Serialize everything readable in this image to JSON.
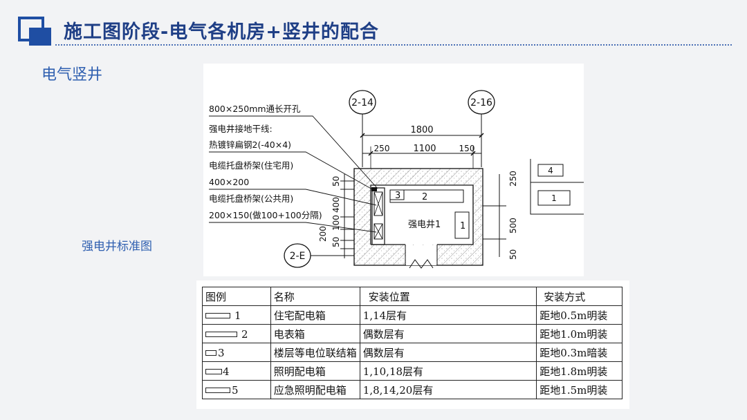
{
  "slide": {
    "title": "施工图阶段-电气各机房+竖井的配合",
    "subtitle": "电气竖井",
    "caption": "强电井标准图",
    "accent_color": "#1f4ea3"
  },
  "drawing": {
    "axis_labels": [
      "2-14",
      "2-16",
      "2-E"
    ],
    "annotations": [
      "800×250mm通长开孔",
      "强电井接地干线:",
      "热镀锌扁钢2(-40×4)",
      "电缆托盘桥架(住宅用)",
      "400×200",
      "电缆托盘桥架(公共用)",
      "200×150(做100+100分隔)"
    ],
    "dim_top": [
      "1800",
      "250",
      "1100",
      "150"
    ],
    "dim_left": [
      "50",
      "400",
      "100",
      "200",
      "50"
    ],
    "dim_right": [
      "250",
      "500",
      "50"
    ],
    "room_label": "强电井1",
    "box_labels": [
      "3",
      "2",
      "1"
    ],
    "side_box_labels": [
      "4",
      "1"
    ]
  },
  "legend": {
    "headers": [
      "图例",
      "名称",
      "安装位置",
      "安装方式"
    ],
    "rows": [
      {
        "symbol": "1",
        "name": "住宅配电箱",
        "position": "1,14层有",
        "method": "距地0.5m明装"
      },
      {
        "symbol": "2",
        "name": "电表箱",
        "position": "偶数层有",
        "method": "距地1.0m明装"
      },
      {
        "symbol": "3",
        "name": "楼层等电位联结箱",
        "position": "偶数层有",
        "method": "距地0.3m暗装"
      },
      {
        "symbol": "4",
        "name": "照明配电箱",
        "position": "1,10,18层有",
        "method": "距地1.8m明装"
      },
      {
        "symbol": "5",
        "name": "应急照明配电箱",
        "position": "1,8,14,20层有",
        "method": "距地1.5m明装"
      }
    ]
  }
}
